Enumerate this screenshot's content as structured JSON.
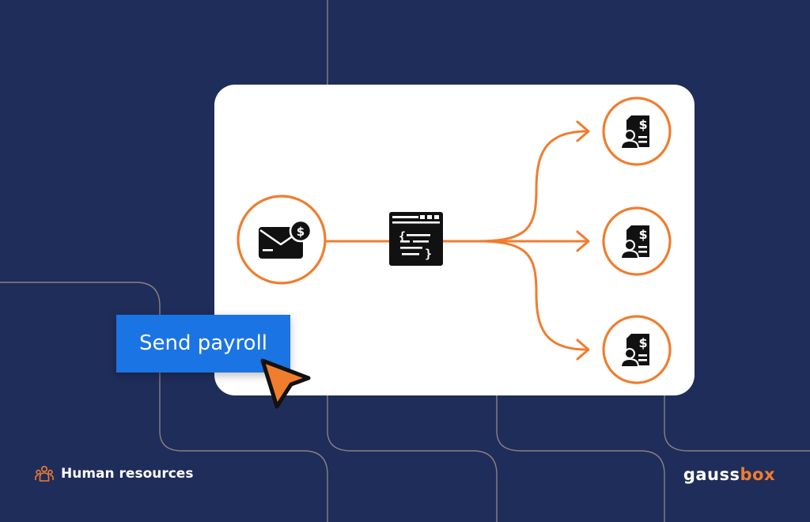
{
  "colors": {
    "background": "#1f2d5a",
    "accent": "#f07d2e",
    "button": "#1b74e4",
    "card": "#ffffff",
    "icon": "#111111"
  },
  "diagram": {
    "source_icon": "envelope-dollar-icon",
    "processor_icon": "code-window-icon",
    "recipient_icon": "payslip-person-icon",
    "recipient_count": 3
  },
  "action": {
    "button_label": "Send payroll",
    "cursor_icon": "pointer-cursor-icon"
  },
  "footer": {
    "category_icon": "people-group-icon",
    "category_label": "Human resources",
    "logo_part1": "gauss",
    "logo_part2": "box"
  }
}
